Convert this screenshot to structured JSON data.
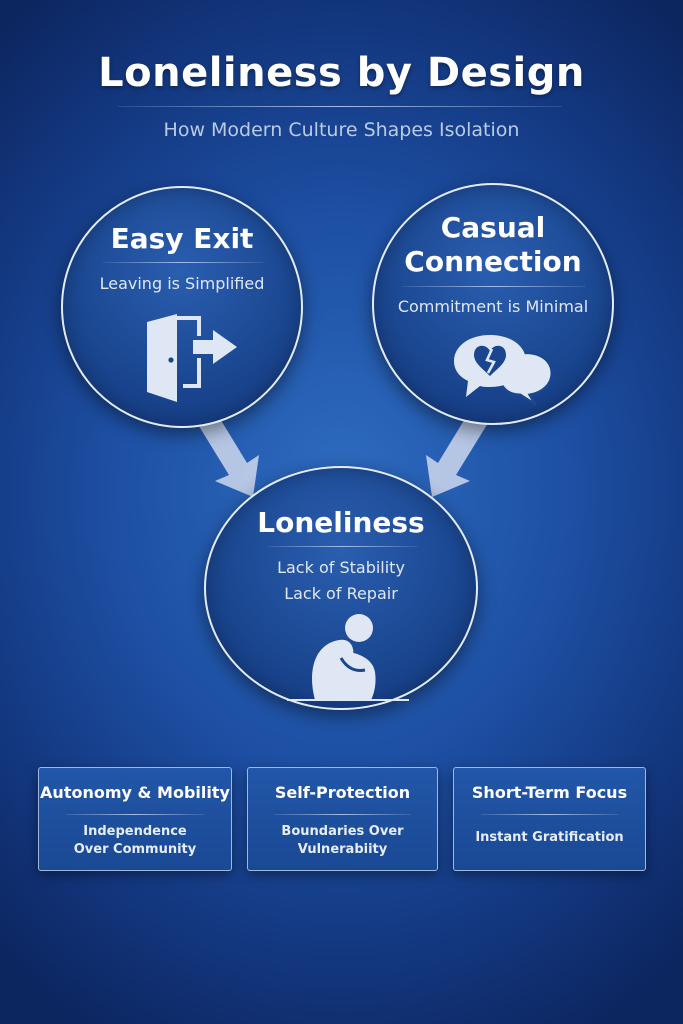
{
  "header": {
    "title": "Loneliness by Design",
    "subtitle": "How Modern Culture Shapes Isolation"
  },
  "causes": [
    {
      "title": "Easy Exit",
      "subtitle": "Leaving is Simplified",
      "icon": "door-exit-icon"
    },
    {
      "title_line1": "Casual",
      "title_line2": "Connection",
      "subtitle": "Commitment is Minimal",
      "icon": "broken-heart-chat-icon"
    }
  ],
  "result": {
    "title": "Loneliness",
    "line1": "Lack of Stability",
    "line2": "Lack of Repair",
    "icon": "sitting-person-icon"
  },
  "factors": [
    {
      "title": "Autonomy & Mobility",
      "line1": "Independence",
      "line2": "Over Community"
    },
    {
      "title": "Self-Protection",
      "line1": "Boundaries Over",
      "line2": "Vulnerabiity"
    },
    {
      "title": "Short-Term Focus",
      "line1": "Instant Gratification"
    }
  ],
  "colors": {
    "background_center": "#2e6cc0",
    "background_edge": "#0c2660",
    "circle_fill": "#1a468f",
    "border": "#e3ebf8",
    "icon": "#dfe7f5",
    "arrow": "#c9d5ea"
  }
}
